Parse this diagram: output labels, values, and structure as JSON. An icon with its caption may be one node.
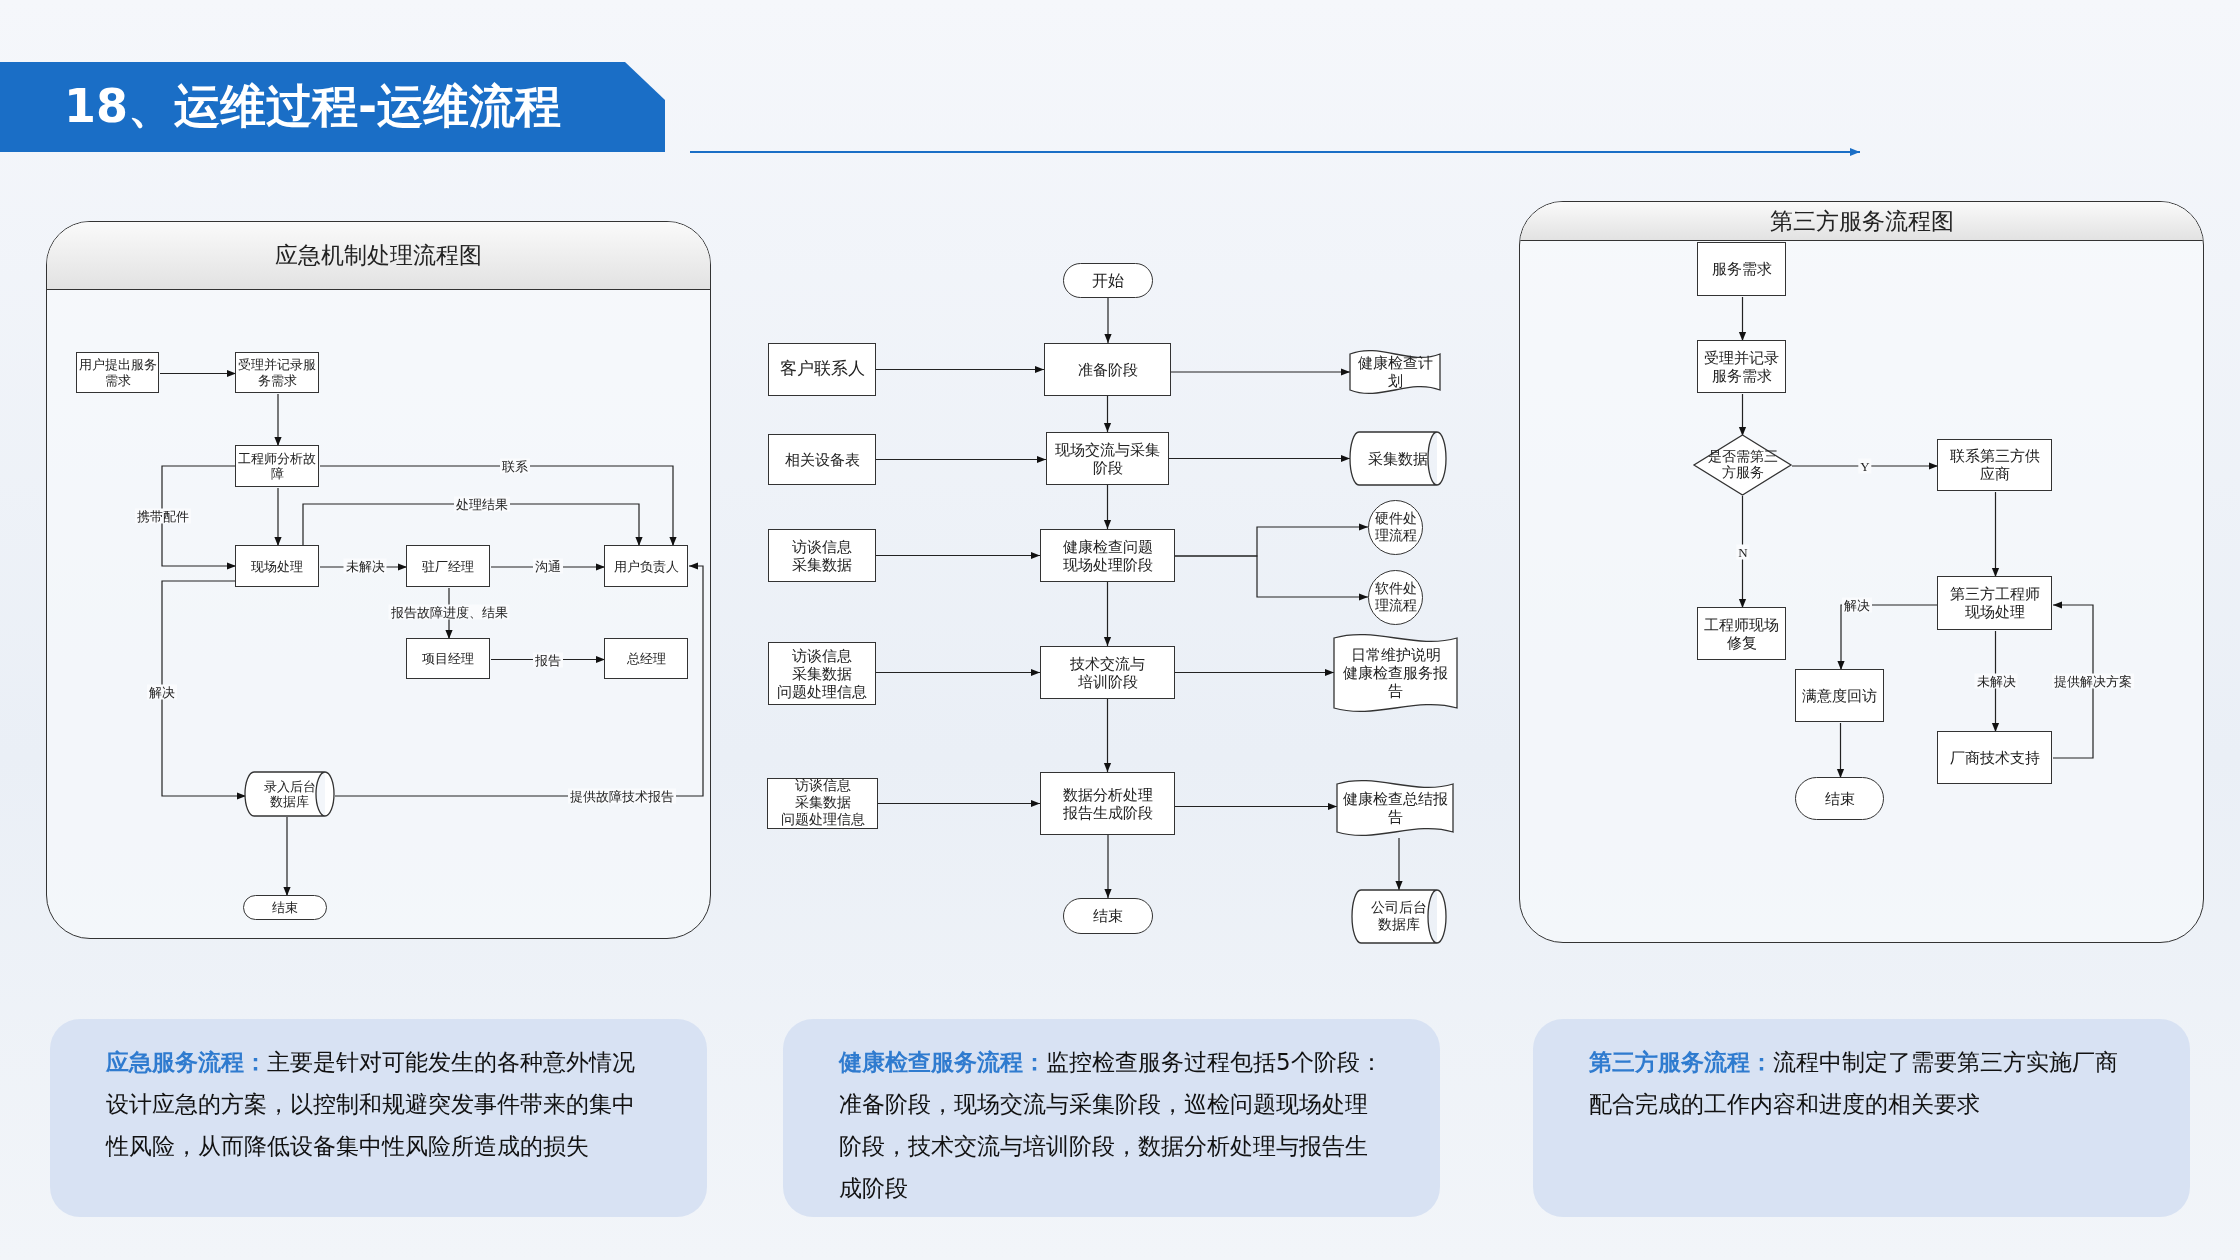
{
  "diagram": {
    "title": "18、运维过程-运维流程",
    "nodes": [
      {
        "text": [
          "应急机制处理流程图"
        ]
      },
      {
        "text": [
          "用户提出服务需求"
        ],
        "in": 0
      },
      {
        "text": [
          "受理并记录服务需求"
        ],
        "in": 0
      },
      {
        "text": [
          "工程师分析故障"
        ],
        "in": 0
      },
      {
        "text": [
          "现场处理"
        ],
        "in": 0
      },
      {
        "text": [
          "驻厂经理"
        ],
        "in": 0
      },
      {
        "text": [
          "用户负责人"
        ],
        "in": 0
      },
      {
        "text": [
          "项目经理"
        ],
        "in": 0
      },
      {
        "text": [
          "总经理"
        ],
        "in": 0
      },
      {
        "text": [
          "录入后台数据库"
        ],
        "in": 0
      },
      {
        "text": [
          "结束"
        ],
        "in": 0
      },
      {
        "text": [
          "开始"
        ]
      },
      {
        "text": [
          "客户联系人"
        ]
      },
      {
        "text": [
          "准备阶段"
        ]
      },
      {
        "text": [
          "健康检查计划"
        ]
      },
      {
        "text": [
          "相关设备表"
        ]
      },
      {
        "text": [
          "现场交流与采集阶段"
        ]
      },
      {
        "text": [
          "采集数据"
        ]
      },
      {
        "text": [
          "访谈信息",
          "采集数据"
        ]
      },
      {
        "text": [
          "健康检查问题现场处理阶段"
        ]
      },
      {
        "text": [
          "硬件处理流程"
        ]
      },
      {
        "text": [
          "软件处理流程"
        ]
      },
      {
        "text": [
          "访谈信息",
          "采集数据",
          "问题处理信息"
        ]
      },
      {
        "text": [
          "技术交流与培训阶段"
        ]
      },
      {
        "text": [
          "日常维护说明",
          "健康检查服务报告"
        ]
      },
      {
        "text": [
          "访谈信息",
          "采集数据",
          "问题处理信息"
        ]
      },
      {
        "text": [
          "数据分析处理报告生成阶段"
        ]
      },
      {
        "text": [
          "健康检查总结报告"
        ]
      },
      {
        "text": [
          "结束"
        ]
      },
      {
        "text": [
          "公司后台数据库"
        ]
      },
      {
        "text": [
          "第三方服务流程图"
        ]
      },
      {
        "text": [
          "服务需求"
        ],
        "in": 30
      },
      {
        "text": [
          "受理并记录服务需求"
        ],
        "in": 30
      },
      {
        "text": [
          "是否需第三方服务"
        ],
        "in": 30
      },
      {
        "text": [
          "联系第三方供应商"
        ],
        "in": 30
      },
      {
        "text": [
          "工程师现场修复"
        ],
        "in": 30
      },
      {
        "text": [
          "第三方工程师现场处理"
        ],
        "in": 30
      },
      {
        "text": [
          "满意度回访"
        ],
        "in": 30
      },
      {
        "text": [
          "厂商技术支持"
        ],
        "in": 30
      },
      {
        "text": [
          "结束"
        ],
        "in": 30
      },
      {
        "text": [
          "**应急服务流程：**主要是针对可能发生的各种意外情况设计应急的方案，以控制和规避突发事件带来的集中性风险，从而降低设备集中性风险所造成的损失"
        ]
      },
      {
        "text": [
          "**健康检查服务流程：**监控检查服务过程包括5个阶段：准备阶段，现场交流与采集阶段，巡检问题现场处理阶段，技术交流与培训阶段，数据分析处理与报告生成阶段"
        ]
      },
      {
        "text": [
          "**第三方服务流程：**流程中制定了需要第三方实施厂商配合完成的工作内容和进度的相关要求"
        ]
      }
    ],
    "edges": [
      {
        "from": 1,
        "to": 2,
        "arrow": "to"
      },
      {
        "from": 2,
        "to": 3,
        "arrow": "to"
      },
      {
        "from": 3,
        "to": 4,
        "arrow": "to"
      },
      {
        "from": 3,
        "to": 4,
        "label": "携带配件",
        "arrow": "to"
      },
      {
        "from": 3,
        "to": 6,
        "label": "联系",
        "arrow": "to"
      },
      {
        "from": 4,
        "to": 6,
        "label": "处理结果",
        "arrow": "to"
      },
      {
        "from": 4,
        "to": 5,
        "label": "未解决",
        "arrow": "to"
      },
      {
        "from": 5,
        "to": 6,
        "label": "沟通",
        "arrow": "to"
      },
      {
        "from": 5,
        "to": 7,
        "label": "报告故障进度、结果",
        "arrow": "to"
      },
      {
        "from": 7,
        "to": 8,
        "label": "报告",
        "arrow": "to"
      },
      {
        "from": 4,
        "to": 9,
        "label": "解决",
        "arrow": "to"
      },
      {
        "from": 9,
        "to": 6,
        "label": "提供故障技术报告",
        "arrow": "to"
      },
      {
        "from": 9,
        "to": 10,
        "arrow": "to"
      },
      {
        "from": 11,
        "to": 13,
        "arrow": "to"
      },
      {
        "from": 12,
        "to": 13,
        "arrow": "to"
      },
      {
        "from": 13,
        "to": 14,
        "arrow": "to"
      },
      {
        "from": 13,
        "to": 16,
        "arrow": "to"
      },
      {
        "from": 15,
        "to": 16,
        "arrow": "to"
      },
      {
        "from": 16,
        "to": 17,
        "arrow": "to"
      },
      {
        "from": 16,
        "to": 19,
        "arrow": "to"
      },
      {
        "from": 18,
        "to": 19,
        "arrow": "to"
      },
      {
        "from": 19,
        "to": 20,
        "arrow": "to"
      },
      {
        "from": 19,
        "to": 21,
        "arrow": "to"
      },
      {
        "from": 19,
        "to": 23,
        "arrow": "to"
      },
      {
        "from": 22,
        "to": 23,
        "arrow": "to"
      },
      {
        "from": 23,
        "to": 24,
        "arrow": "to"
      },
      {
        "from": 23,
        "to": 26,
        "arrow": "to"
      },
      {
        "from": 25,
        "to": 26,
        "arrow": "to"
      },
      {
        "from": 26,
        "to": 27,
        "arrow": "to"
      },
      {
        "from": 26,
        "to": 28,
        "arrow": "to"
      },
      {
        "from": 27,
        "to": 29,
        "arrow": "to"
      },
      {
        "from": 31,
        "to": 32,
        "arrow": "to"
      },
      {
        "from": 32,
        "to": 33,
        "arrow": "to"
      },
      {
        "from": 33,
        "to": 34,
        "label": "Y",
        "arrow": "to"
      },
      {
        "from": 33,
        "to": 35,
        "label": "N",
        "arrow": "to"
      },
      {
        "from": 34,
        "to": 36,
        "arrow": "to"
      },
      {
        "from": 36,
        "to": 37,
        "label": "解决",
        "arrow": "to"
      },
      {
        "from": 36,
        "to": 38,
        "label": "未解决",
        "arrow": "to"
      },
      {
        "from": 38,
        "to": 36,
        "label": "提供解决方案",
        "arrow": "to"
      },
      {
        "from": 37,
        "to": 39,
        "arrow": "to"
      }
    ]
  }
}
